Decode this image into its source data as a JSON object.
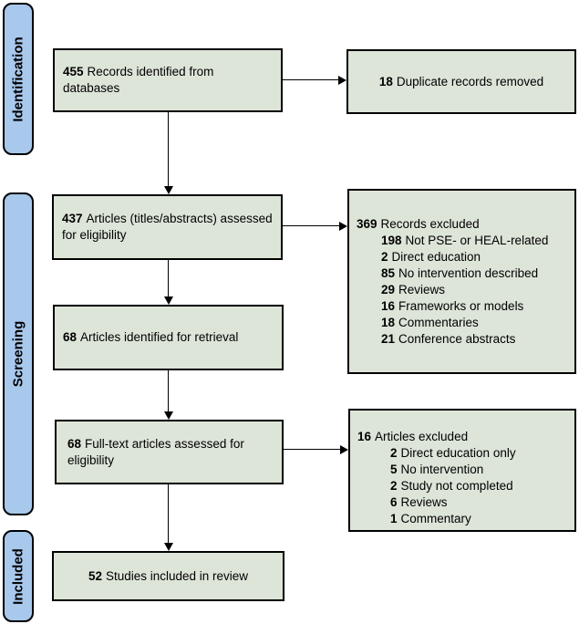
{
  "colors": {
    "stage_fill": "#a8c8ec",
    "box_fill": "#dde4d8",
    "border": "#000000"
  },
  "stages": [
    {
      "label": "Identification"
    },
    {
      "label": "Screening"
    },
    {
      "label": "Included"
    }
  ],
  "boxes": {
    "records_identified": {
      "num": "455",
      "label": "Records identified from databases"
    },
    "duplicates_removed": {
      "num": "18",
      "label": "Duplicate records removed"
    },
    "titles_abstracts_assessed": {
      "num": "437",
      "label": "Articles (titles/abstracts) assessed for eligibility"
    },
    "records_excluded": {
      "num": "369",
      "label": "Records excluded",
      "items": [
        {
          "num": "198",
          "label": "Not PSE- or HEAL-related"
        },
        {
          "num": "2",
          "label": "Direct education"
        },
        {
          "num": "85",
          "label": "No intervention described"
        },
        {
          "num": "29",
          "label": "Reviews"
        },
        {
          "num": "16",
          "label": "Frameworks or models"
        },
        {
          "num": "18",
          "label": "Commentaries"
        },
        {
          "num": "21",
          "label": "Conference abstracts"
        }
      ]
    },
    "articles_retrieval": {
      "num": "68",
      "label": "Articles identified for retrieval"
    },
    "fulltext_assessed": {
      "num": "68",
      "label": "Full-text articles assessed for eligibility"
    },
    "articles_excluded": {
      "num": "16",
      "label": "Articles excluded",
      "items": [
        {
          "num": "2",
          "label": "Direct education only"
        },
        {
          "num": "5",
          "label": "No intervention"
        },
        {
          "num": "2",
          "label": "Study not completed"
        },
        {
          "num": "6",
          "label": "Reviews"
        },
        {
          "num": "1",
          "label": "Commentary"
        }
      ]
    },
    "studies_included": {
      "num": "52",
      "label": "Studies included in review"
    }
  }
}
